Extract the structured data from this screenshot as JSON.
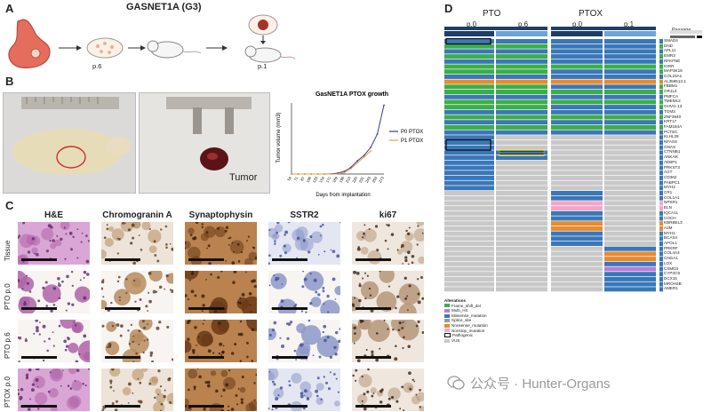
{
  "panel_a": {
    "label": "A",
    "title": "GASNET1A (G3)",
    "p6": "p.6",
    "p1": "p.1"
  },
  "panel_b": {
    "label": "B",
    "tumor_text": "Tumor"
  },
  "chart_data": {
    "type": "line",
    "title": "GasNET1A PTOX growth",
    "xlabel": "Days from implantation",
    "ylabel": "Tumor volume (mm3)",
    "categories": [
      "54",
      "71",
      "87",
      "106",
      "133",
      "154",
      "171",
      "189",
      "196",
      "210",
      "225",
      "231",
      "243",
      "253",
      "273"
    ],
    "series": [
      {
        "name": "P0 PTOX",
        "color": "#3a3a9e",
        "values": [
          0,
          0,
          0,
          0,
          0,
          0,
          5,
          20,
          60,
          150,
          300,
          420,
          600,
          900,
          1550
        ]
      },
      {
        "name": "P1 PTOX",
        "color": "#e3a13a",
        "values": [
          0,
          0,
          0,
          0,
          0,
          0,
          0,
          0,
          30,
          120,
          260,
          380,
          520,
          null,
          null
        ]
      }
    ]
  },
  "panel_c": {
    "label": "C",
    "columns": [
      "H&E",
      "Chromogranin A",
      "Synaptophysin",
      "SSTR2",
      "ki67"
    ],
    "rows": [
      "Tissue",
      "PTO p.0",
      "PTO p.6",
      "PTOX p.0"
    ]
  },
  "panel_d": {
    "label": "D",
    "group_pto": "PTO",
    "group_ptox": "PTOX",
    "pto_p0": "p.0",
    "pto_p6": "p.6",
    "ptox_p0": "p.0",
    "ptox_p1": "p.1",
    "passage_label": "Passage",
    "colors": {
      "frameshift": "#3cae49",
      "missense": "#3a77b8",
      "splice": "#9a9a9a",
      "nonsense": "#e88a2e",
      "nonstop": "#b57ed6",
      "inframe": "#f4a6c8",
      "vus": "#c8c8c8",
      "pto_header": "#1f3e66",
      "ptox_header": "#6ea4d8"
    },
    "genes": [
      "SMAD4",
      "DND",
      "APL11",
      "EMR3",
      "NFKFNE",
      "IGRR",
      "MAP3K19",
      "COL23A1",
      "AL359513.1",
      "FBBM1",
      "OR1L4",
      "PMFCA",
      "TMEM12",
      "GHVG-13",
      "TGM3",
      "ZNF3840",
      "KRT17",
      "FAM184A",
      "PCTEC",
      "KLHL29",
      "NFASS",
      "GNAS",
      "CTNNB1",
      "ANKAR",
      "AEBP1",
      "PRKST3",
      "AGT",
      "CD362",
      "PABPC1",
      "MYH2",
      "CR1",
      "COL1A1",
      "NPSR1",
      "ELN",
      "IQCA1L",
      "COCH",
      "KBRBEL3",
      "A2M",
      "MYH1",
      "BCAS4",
      "APOL1",
      "PRKRF",
      "COL4A4",
      "CNGA1",
      "LOX",
      "CSMD3",
      "CYP2C9",
      "DCX15",
      "MROH3B",
      "AMER1"
    ],
    "legend_title": "Alterations",
    "legend": [
      "Frame_shift_del",
      "Multi_Hit",
      "Missense_mutation",
      "Splice_site",
      "Nonsense_mutation",
      "Nonstop_mutation",
      "Pathogenic",
      "VUS"
    ]
  },
  "watermark": "公众号 · Hunter-Organs"
}
